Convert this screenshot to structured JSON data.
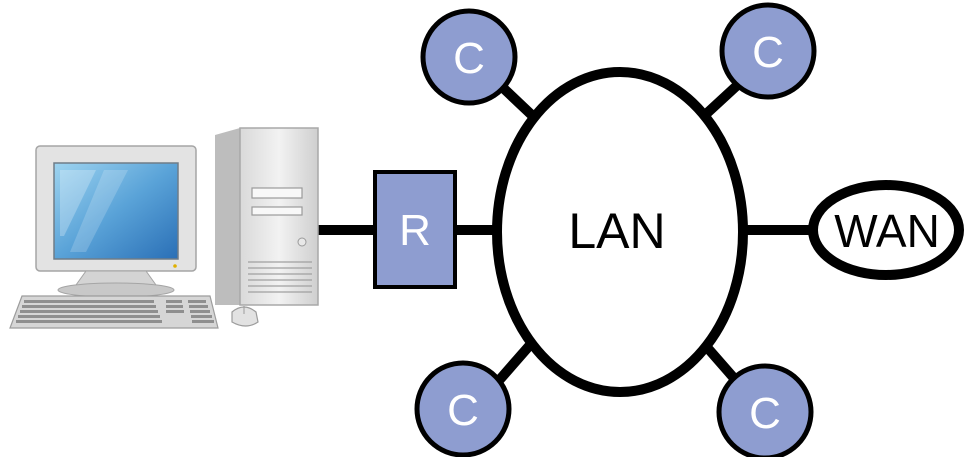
{
  "diagram": {
    "nodes": {
      "lan": {
        "label": "LAN"
      },
      "wan": {
        "label": "WAN"
      },
      "router": {
        "label": "R"
      },
      "clients": [
        {
          "label": "C"
        },
        {
          "label": "C"
        },
        {
          "label": "C"
        },
        {
          "label": "C"
        }
      ],
      "computer": {
        "icon": "desktop-computer-icon"
      }
    },
    "colors": {
      "node_fill": "#8e9dd0",
      "stroke": "#000000",
      "background": "#ffffff"
    }
  }
}
